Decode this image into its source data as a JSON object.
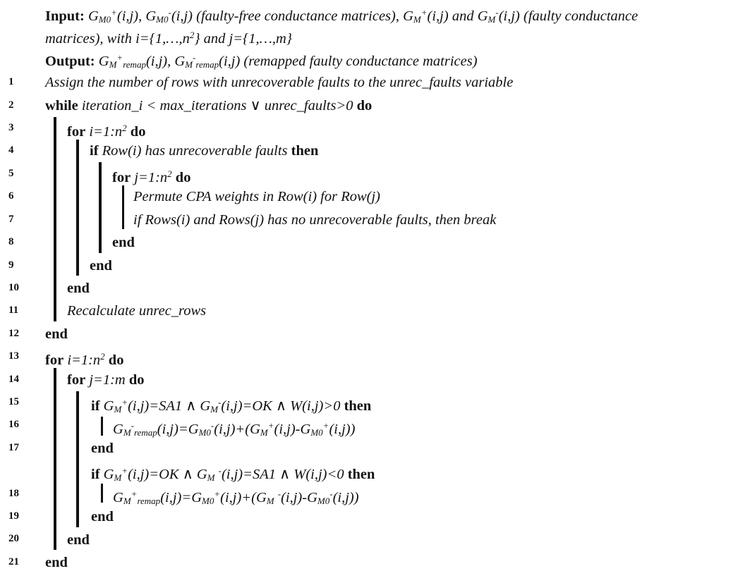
{
  "header": {
    "input_label": "Input:",
    "output_label": "Output:"
  },
  "lines": [
    {
      "id": "input_line1"
    },
    {
      "id": "input_line2"
    }
  ],
  "line_numbers": [
    "1",
    "2",
    "3",
    "4",
    "5",
    "6",
    "7",
    "8",
    "9",
    "10",
    "11",
    "12",
    "13",
    "14",
    "15",
    "16",
    "17",
    "18",
    "19",
    "20",
    "21"
  ],
  "keywords": {
    "while": "while",
    "do": "do",
    "for": "for",
    "if": "if",
    "then": "then",
    "end": "end"
  },
  "text": {
    "input_rest_1a": " (faulty-free conductance matrices), ",
    "input_and": " and ",
    "input_rest_1b": " (faulty conductance",
    "input_line2": "matrices), with i={1,…,n",
    "input_line2_b": "} and j={1,…,m}",
    "output_rest": " (remapped faulty conductance matrices)",
    "l1": "Assign the number of rows with unrecoverable faults to the unrec_faults variable",
    "l2": "iteration_i < max_iterations ∨ unrec_faults>0",
    "l3_a": "i=1:n",
    "l4": "Row(i) has unrecoverable faults",
    "l5_a": "j=1:n",
    "l6": "Permute CPA weights in Row(i) for Row(j)",
    "l7": "if Rows(i) and Rows(j) has no unrecoverable faults, then break",
    "l11": "Recalculate unrec_rows",
    "l13_a": "i=1:n",
    "l14": "j=1:m",
    "l15_a": "(i,j)=SA1 ∧ ",
    "l15_b": "(i,j)=OK ∧ W(i,j)>0",
    "l17b_a": "(i,j)=OK ∧ ",
    "l17b_b": "(i,j)=SA1 ∧ W(i,j)<0"
  }
}
